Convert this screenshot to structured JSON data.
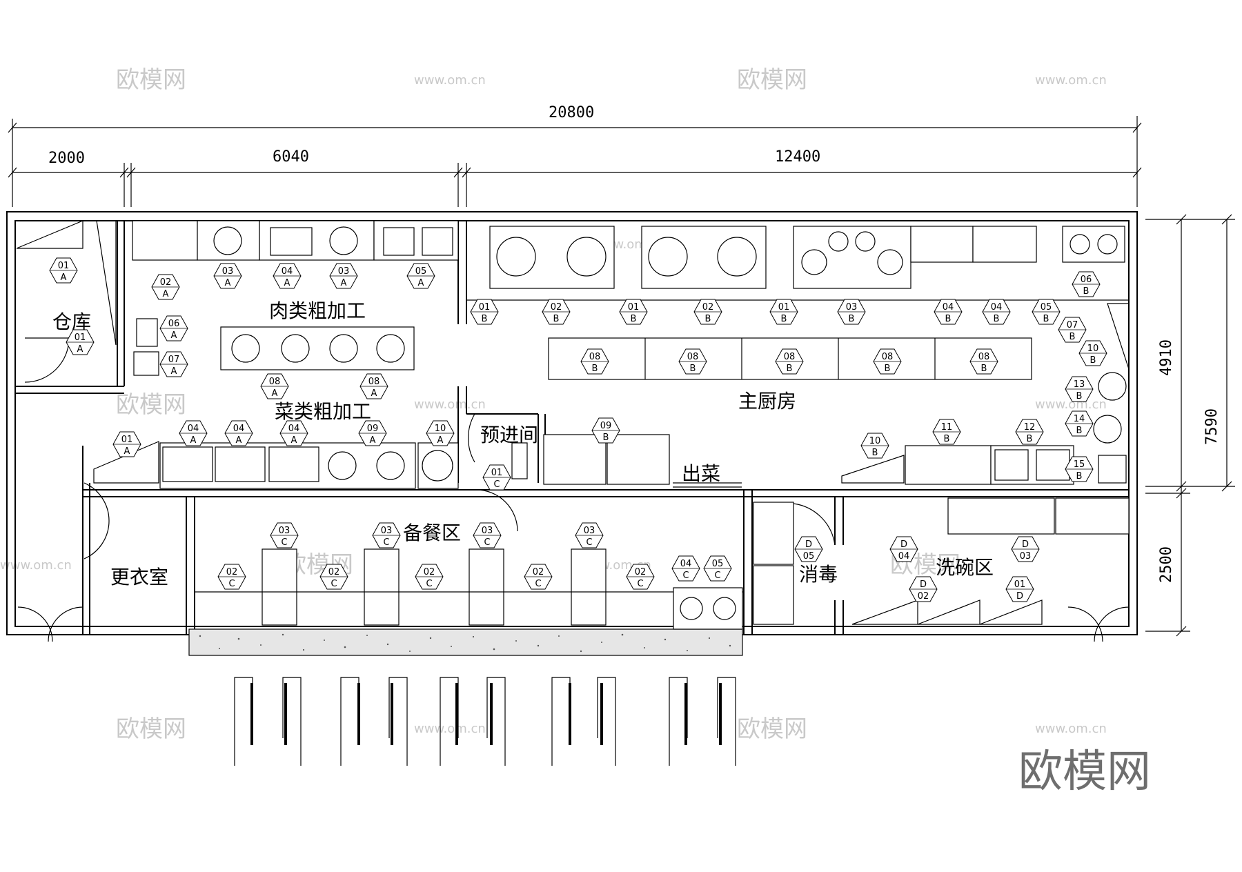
{
  "watermark": {
    "brand": "欧模网",
    "url": "www.om.cn"
  },
  "dimensions": {
    "total": "20800",
    "seg1": "2000",
    "seg2": "6040",
    "seg3": "12400",
    "h_total": "7590",
    "h_upper": "4910",
    "h_lower": "2500"
  },
  "rooms": {
    "storage": "仓库",
    "meat": "肉类粗加工",
    "veg": "菜类粗加工",
    "main": "主厨房",
    "pre": "预进间",
    "serve": "出菜",
    "prep": "备餐区",
    "locker": "更衣室",
    "disinfect": "消毒",
    "wash": "洗碗区"
  },
  "tags": [
    {
      "n": "01",
      "s": "A"
    },
    {
      "n": "01",
      "s": "A"
    },
    {
      "n": "02",
      "s": "A"
    },
    {
      "n": "03",
      "s": "A"
    },
    {
      "n": "04",
      "s": "A"
    },
    {
      "n": "03",
      "s": "A"
    },
    {
      "n": "05",
      "s": "A"
    },
    {
      "n": "06",
      "s": "A"
    },
    {
      "n": "07",
      "s": "A"
    },
    {
      "n": "08",
      "s": "A"
    },
    {
      "n": "08",
      "s": "A"
    },
    {
      "n": "01",
      "s": "A"
    },
    {
      "n": "04",
      "s": "A"
    },
    {
      "n": "04",
      "s": "A"
    },
    {
      "n": "04",
      "s": "A"
    },
    {
      "n": "09",
      "s": "A"
    },
    {
      "n": "10",
      "s": "A"
    },
    {
      "n": "01",
      "s": "B"
    },
    {
      "n": "02",
      "s": "B"
    },
    {
      "n": "01",
      "s": "B"
    },
    {
      "n": "02",
      "s": "B"
    },
    {
      "n": "01",
      "s": "B"
    },
    {
      "n": "03",
      "s": "B"
    },
    {
      "n": "04",
      "s": "B"
    },
    {
      "n": "04",
      "s": "B"
    },
    {
      "n": "05",
      "s": "B"
    },
    {
      "n": "06",
      "s": "B"
    },
    {
      "n": "07",
      "s": "B"
    },
    {
      "n": "10",
      "s": "B"
    },
    {
      "n": "08",
      "s": "B"
    },
    {
      "n": "08",
      "s": "B"
    },
    {
      "n": "08",
      "s": "B"
    },
    {
      "n": "08",
      "s": "B"
    },
    {
      "n": "08",
      "s": "B"
    },
    {
      "n": "13",
      "s": "B"
    },
    {
      "n": "14",
      "s": "B"
    },
    {
      "n": "15",
      "s": "B"
    },
    {
      "n": "09",
      "s": "B"
    },
    {
      "n": "10",
      "s": "B"
    },
    {
      "n": "11",
      "s": "B"
    },
    {
      "n": "12",
      "s": "B"
    },
    {
      "n": "01",
      "s": "C"
    },
    {
      "n": "03",
      "s": "C"
    },
    {
      "n": "03",
      "s": "C"
    },
    {
      "n": "03",
      "s": "C"
    },
    {
      "n": "03",
      "s": "C"
    },
    {
      "n": "02",
      "s": "C"
    },
    {
      "n": "02",
      "s": "C"
    },
    {
      "n": "02",
      "s": "C"
    },
    {
      "n": "02",
      "s": "C"
    },
    {
      "n": "02",
      "s": "C"
    },
    {
      "n": "04",
      "s": "C"
    },
    {
      "n": "05",
      "s": "C"
    },
    {
      "n": "D",
      "s": "05"
    },
    {
      "n": "D",
      "s": "04"
    },
    {
      "n": "D",
      "s": "03"
    },
    {
      "n": "D",
      "s": "02"
    },
    {
      "n": "01",
      "s": "D"
    },
    {
      "n": "01",
      "s": "D"
    }
  ]
}
